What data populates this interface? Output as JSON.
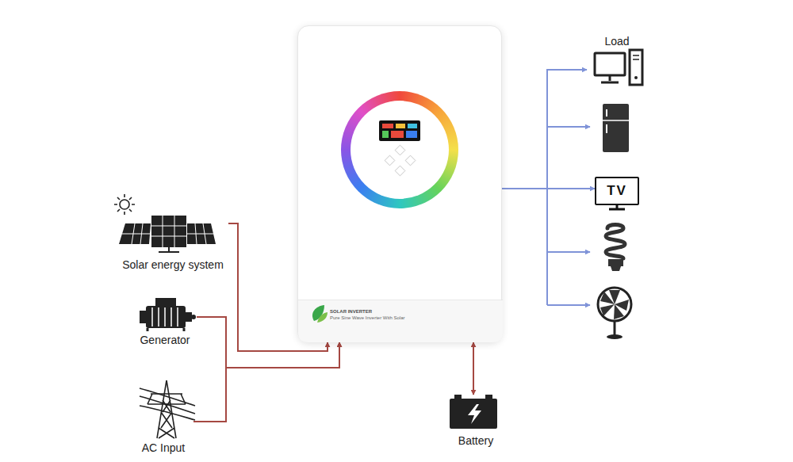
{
  "diagram": {
    "nodes": [
      {
        "text": [
          "SOLAR INVERTER",
          "Pure Sine Wave Inverter With Solar"
        ]
      },
      {
        "text": [
          "Solar energy system"
        ]
      },
      {
        "text": [
          "Generator"
        ]
      },
      {
        "text": [
          "AC Input"
        ]
      },
      {
        "text": [
          "Battery"
        ]
      },
      {
        "text": [
          "Load"
        ]
      },
      {
        "text": [
          "TV"
        ]
      }
    ],
    "edges": [
      {
        "from": 1,
        "to": 0,
        "arrow": "to"
      },
      {
        "from": 2,
        "to": 0,
        "arrow": "to"
      },
      {
        "from": 3,
        "to": 0,
        "arrow": "to"
      },
      {
        "from": 0,
        "to": 4,
        "arrow": "both"
      },
      {
        "from": 0,
        "to": 5,
        "arrow": "to"
      },
      {
        "from": 0,
        "to": 6,
        "arrow": "to"
      }
    ]
  }
}
